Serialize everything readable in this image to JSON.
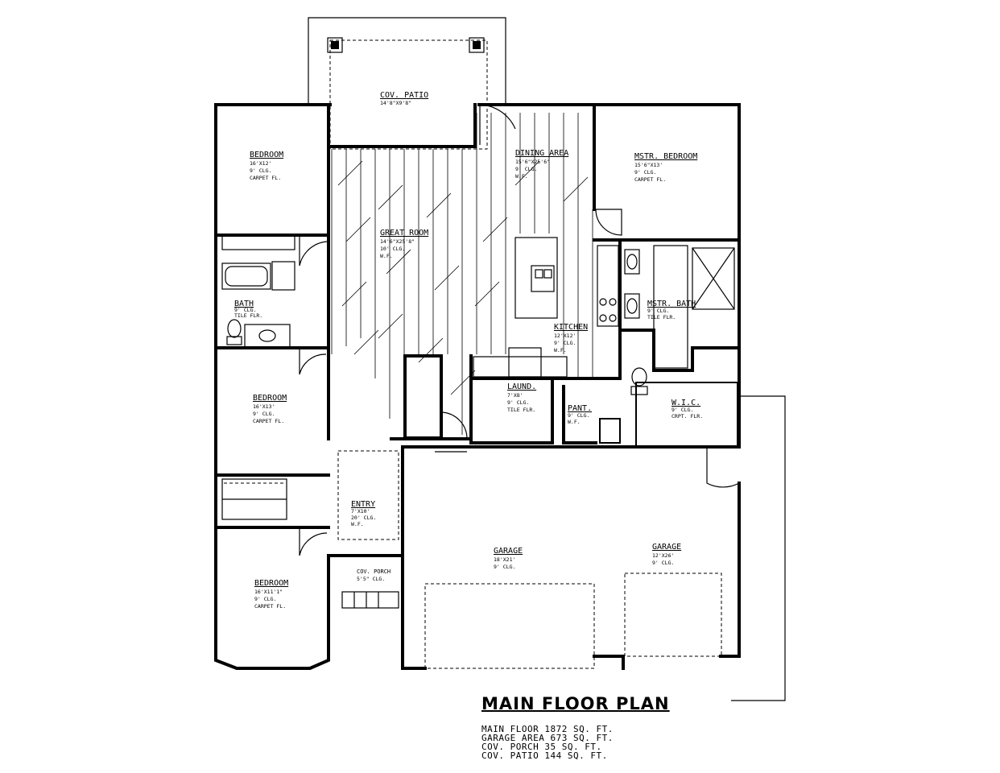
{
  "rooms": {
    "cov_patio": {
      "name": "COV. PATIO",
      "info": [
        "14'8\"X9'8\""
      ]
    },
    "bedroom_1": {
      "name": "BEDROOM",
      "info": [
        "16'X12'",
        "9' CLG.",
        "CARPET FL."
      ]
    },
    "dining_area": {
      "name": "DINING AREA",
      "info": [
        "15'6\"X25'6\"",
        "9' CLG.",
        "W.F."
      ]
    },
    "mstr_bedroom": {
      "name": "MSTR. BEDROOM",
      "info": [
        "15'6\"X13'",
        "9' CLG.",
        "CARPET FL."
      ]
    },
    "great_room": {
      "name": "GREAT ROOM",
      "info": [
        "14'6\"X25'8\"",
        "10' CLG.",
        "W.F."
      ]
    },
    "bath": {
      "name": "BATH",
      "info": [
        "9' CLG.",
        "TILE FLR."
      ]
    },
    "mstr_bath": {
      "name": "MSTR. BATH",
      "info": [
        "9' CLG.",
        "TILE FLR."
      ]
    },
    "kitchen": {
      "name": "KITCHEN",
      "info": [
        "12'X12'",
        "9' CLG.",
        "W.F."
      ]
    },
    "bedroom_2": {
      "name": "BEDROOM",
      "info": [
        "16'X13'",
        "9' CLG.",
        "CARPET FL."
      ]
    },
    "laund": {
      "name": "LAUND.",
      "info": [
        "7'X8'",
        "9' CLG.",
        "TILE FLR."
      ]
    },
    "pant": {
      "name": "PANT.",
      "info": [
        "9' CLG.",
        "W.F."
      ]
    },
    "wic": {
      "name": "W.I.C.",
      "info": [
        "9' CLG.",
        "CRPT. FLR."
      ]
    },
    "entry": {
      "name": "ENTRY",
      "info": [
        "7'X10'",
        "20' CLG.",
        "W.F."
      ]
    },
    "garage_1": {
      "name": "GARAGE",
      "info": [
        "18'X21'",
        "9' CLG."
      ]
    },
    "garage_2": {
      "name": "GARAGE",
      "info": [
        "12'X26'",
        "9' CLG."
      ]
    },
    "cov_porch": {
      "name": "COV. PORCH",
      "info": [
        "5'5\" CLG."
      ]
    },
    "bedroom_3": {
      "name": "BEDROOM",
      "info": [
        "16'X11'1\"",
        "9' CLG.",
        "CARPET FL."
      ]
    }
  },
  "title_block": {
    "title": "MAIN FLOOR PLAN",
    "main_floor": "MAIN FLOOR 1872 SQ. FT.",
    "garage_area": "GARAGE AREA 673 SQ. FT.",
    "cov_porch": "COV. PORCH 35 SQ. FT.",
    "cov_patio": "COV. PATIO 144 SQ. FT."
  }
}
